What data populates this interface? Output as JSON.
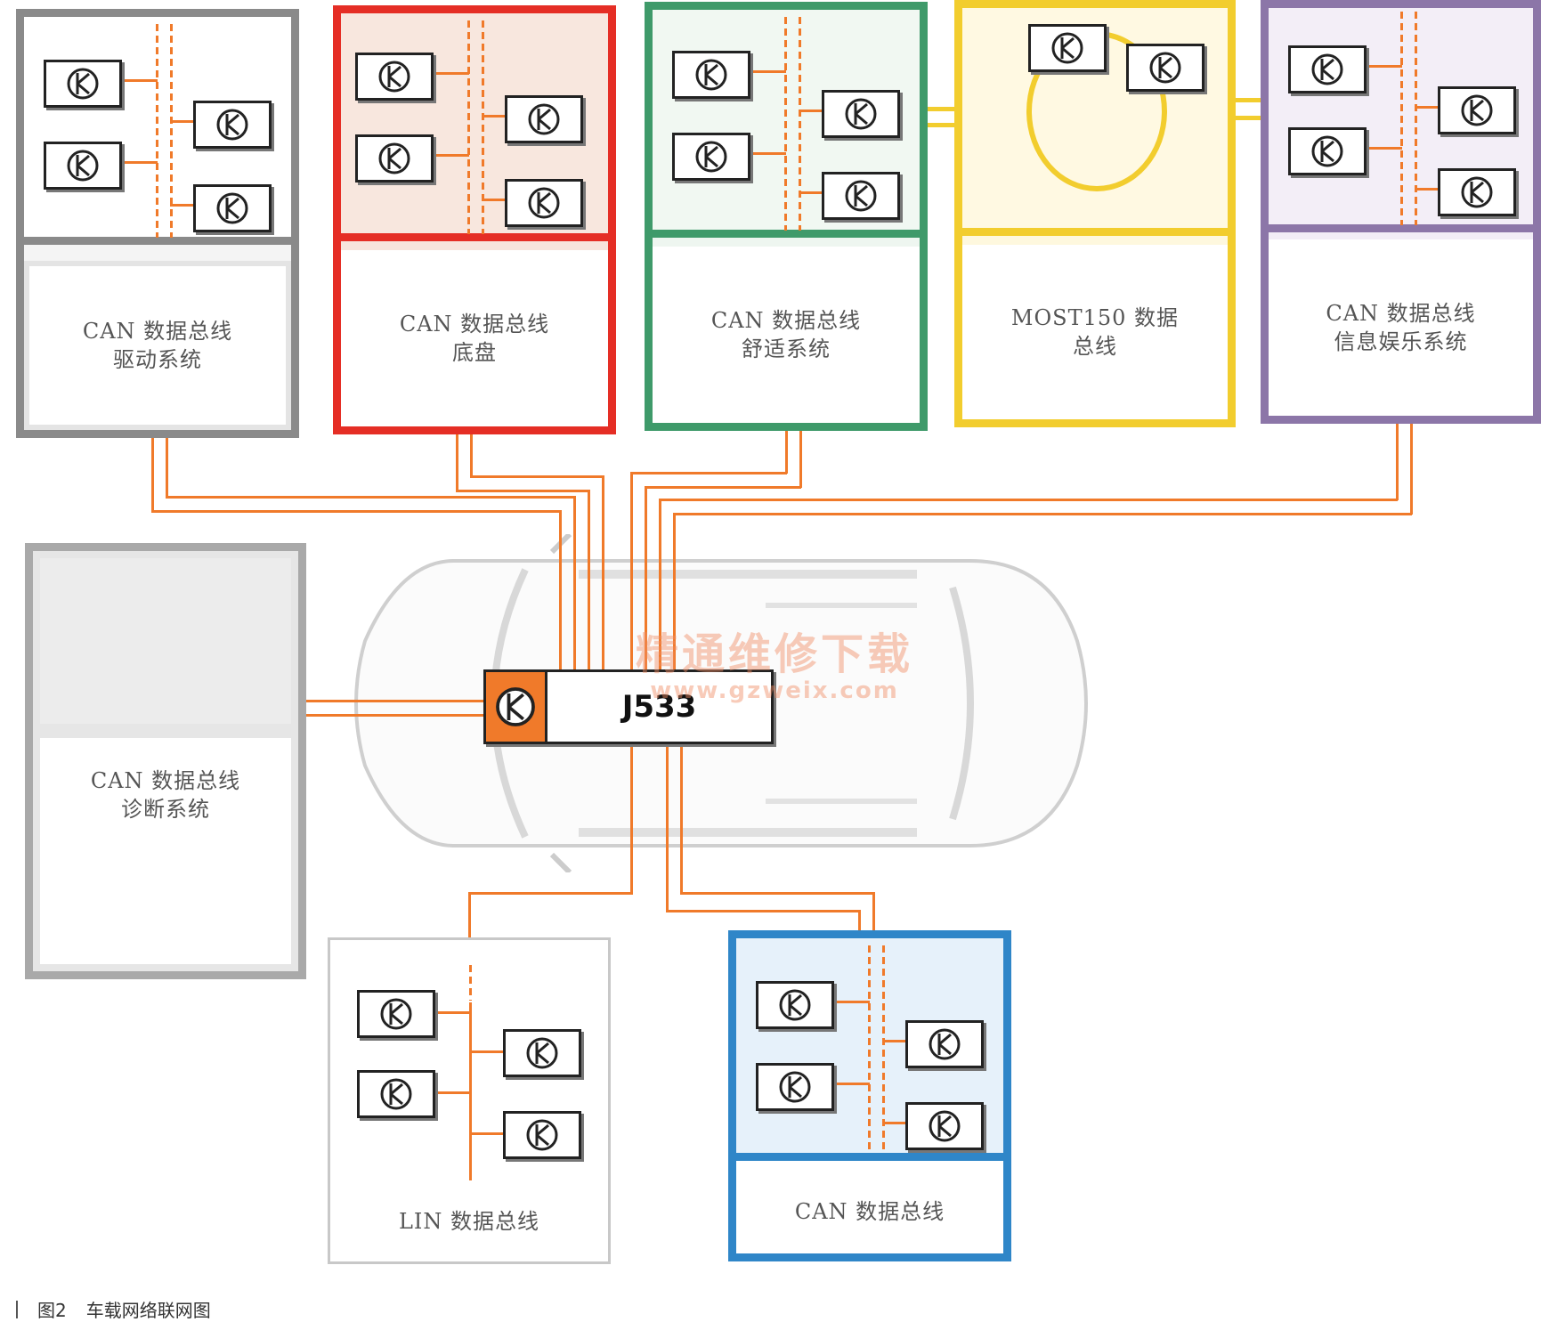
{
  "gateway": {
    "label": "J533",
    "icon": "control-unit-icon"
  },
  "watermark": {
    "title": "精通维修下载",
    "url": "www.gzweix.com"
  },
  "caption": {
    "figure_number": "图2",
    "title": "车载网络联网图"
  },
  "colors": {
    "wire": "#f07a2a",
    "powertrain": "#8a8a8a",
    "chassis": "#e52e25",
    "comfort": "#3f9a6a",
    "most": "#f2cd2e",
    "infotainment": "#8c76a8",
    "diagnosis": "#a9a9a9",
    "lin": "#c8c8c8",
    "can_blue": "#2f86c8"
  },
  "buses": {
    "powertrain": {
      "line1": "CAN 数据总线",
      "line2": "驱动系统"
    },
    "chassis": {
      "line1": "CAN 数据总线",
      "line2": "底盘"
    },
    "comfort": {
      "line1": "CAN 数据总线",
      "line2": "舒适系统"
    },
    "most": {
      "line1": "MOST150 数据",
      "line2": "总线"
    },
    "infotainment": {
      "line1": "CAN 数据总线",
      "line2": "信息娱乐系统"
    },
    "diagnosis": {
      "line1": "CAN 数据总线",
      "line2": "诊断系统"
    },
    "lin": {
      "line1": "LIN 数据总线",
      "line2": ""
    },
    "can_extra": {
      "line1": "CAN 数据总线",
      "line2": ""
    }
  }
}
